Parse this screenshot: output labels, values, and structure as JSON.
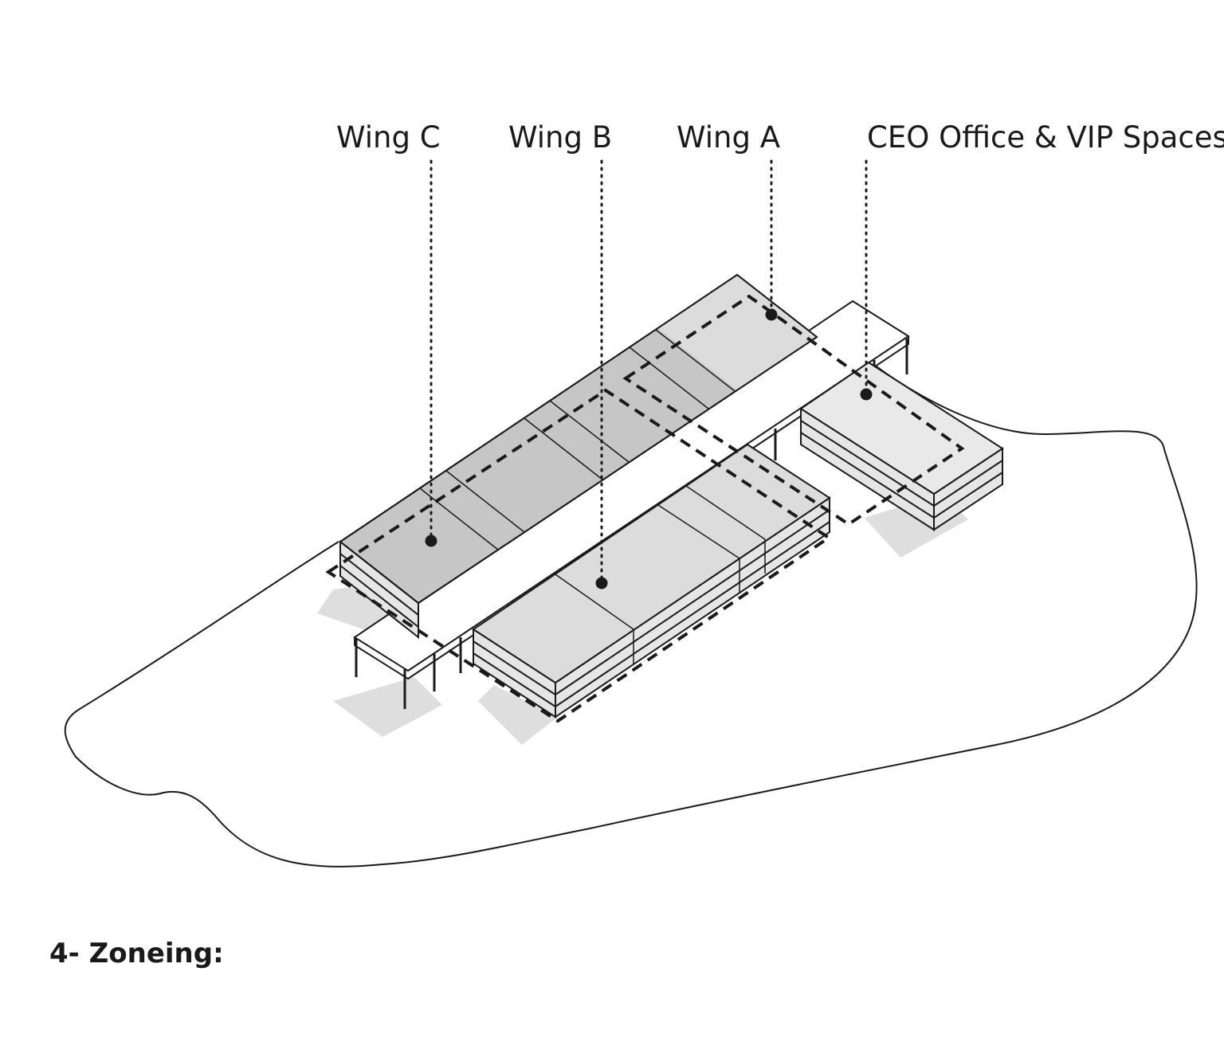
{
  "labels": {
    "wing_c": "Wing C",
    "wing_b": "Wing B",
    "wing_a": "Wing A",
    "ceo": "CEO Office & VIP Spaces"
  },
  "section_title": "4- Zoneing:",
  "colors": {
    "ink": "#1a1a1a",
    "roof_dark": "#c6c6c6",
    "roof_light": "#dcdcdc",
    "shadow": "#dedede",
    "side": "#e6e6e6"
  }
}
